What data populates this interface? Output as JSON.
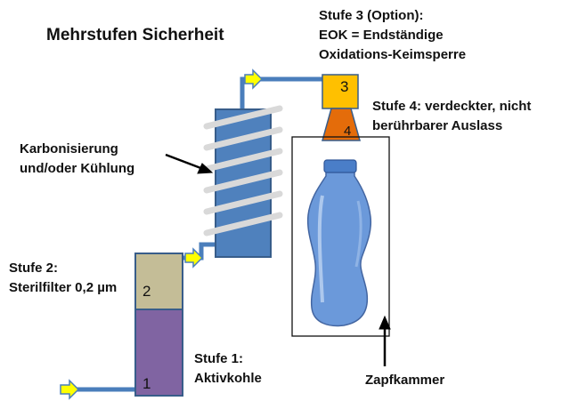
{
  "title": "Mehrstufen Sicherheit",
  "stage3": {
    "line1": "Stufe 3 (Option):",
    "line2": "EOK = Endständige",
    "line3": "Oxidations-Keimsperre",
    "number": "3"
  },
  "stage4": {
    "line1": "Stufe 4: verdeckter, nicht",
    "line2": "berührbarer Auslass",
    "number": "4"
  },
  "carbonisation": {
    "line1": "Karbonisierung",
    "line2": "und/oder Kühlung"
  },
  "stage2": {
    "line1": "Stufe 2:",
    "line2": "Sterilfilter 0,2 µm",
    "number": "2"
  },
  "stage1": {
    "line1": "Stufe 1:",
    "line2": "Aktivkohle",
    "number": "1"
  },
  "chamber": {
    "label": "Zapfkammer"
  },
  "colors": {
    "pipe": "#4a7ebb",
    "arrow": "#ffff00",
    "stage1": "#8064a2",
    "stage2": "#c4bd97",
    "cooler": "#4f81bd",
    "stage3": "#ffc000",
    "stage4": "#e46c0a",
    "bottle": "#5b8fd6"
  }
}
